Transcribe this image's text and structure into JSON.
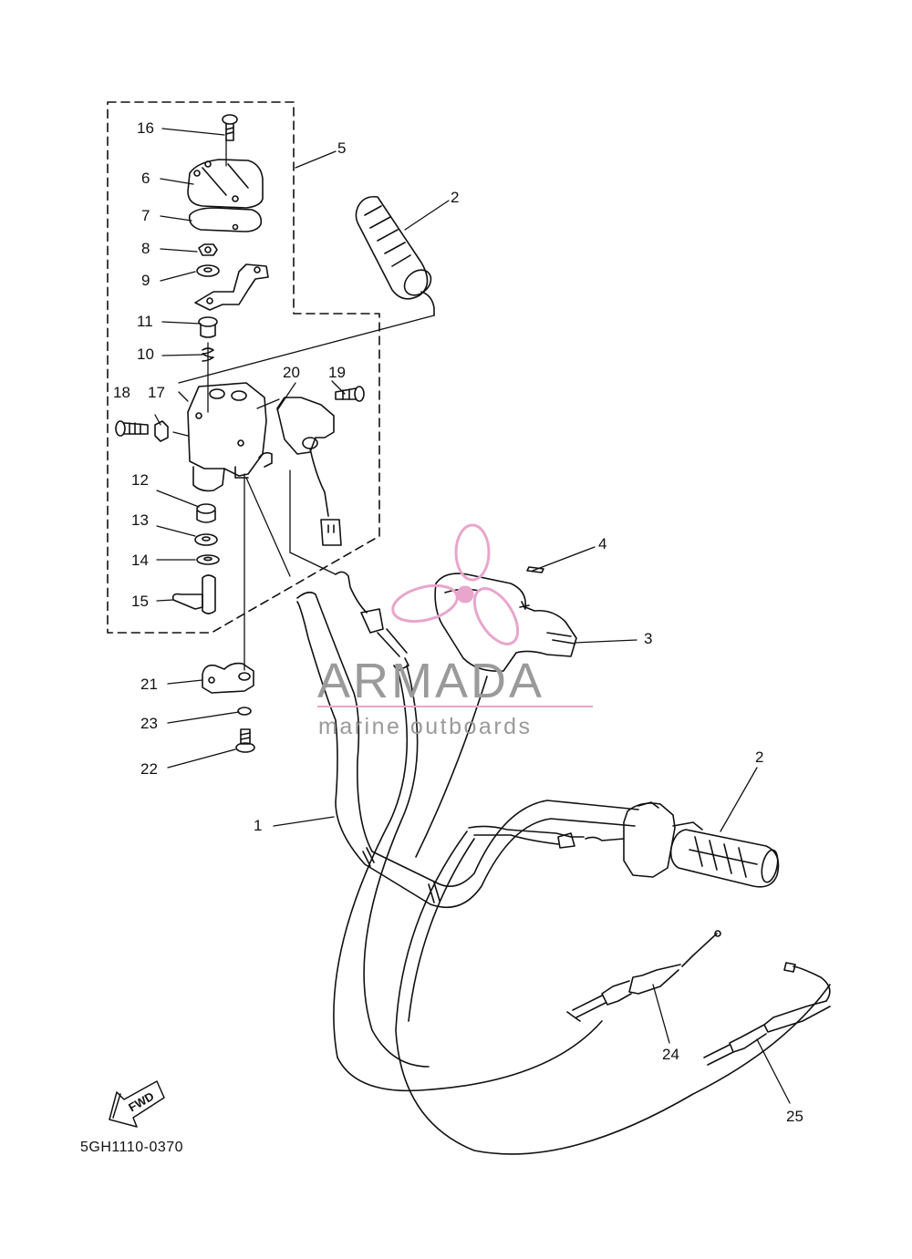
{
  "diagram_code": "5GH1110-0370",
  "watermark": {
    "brand": "ARMADA",
    "tagline": "marine outboards",
    "logo_icon": "propeller-logo-icon",
    "accent_color": "#e8a6cc",
    "text_color": "#9a9a9a"
  },
  "direction_arrow": {
    "label": "FWD",
    "icon": "fwd-arrow-icon"
  },
  "callouts": [
    {
      "id": "c16",
      "label": "16"
    },
    {
      "id": "c6",
      "label": "6"
    },
    {
      "id": "c7",
      "label": "7"
    },
    {
      "id": "c8",
      "label": "8"
    },
    {
      "id": "c9",
      "label": "9"
    },
    {
      "id": "c11",
      "label": "11"
    },
    {
      "id": "c10",
      "label": "10"
    },
    {
      "id": "c5",
      "label": "5"
    },
    {
      "id": "c2a",
      "label": "2"
    },
    {
      "id": "c18",
      "label": "18"
    },
    {
      "id": "c17",
      "label": "17"
    },
    {
      "id": "c20",
      "label": "20"
    },
    {
      "id": "c19",
      "label": "19"
    },
    {
      "id": "c12",
      "label": "12"
    },
    {
      "id": "c13",
      "label": "13"
    },
    {
      "id": "c14",
      "label": "14"
    },
    {
      "id": "c15",
      "label": "15"
    },
    {
      "id": "c4",
      "label": "4"
    },
    {
      "id": "c3",
      "label": "3"
    },
    {
      "id": "c21",
      "label": "21"
    },
    {
      "id": "c23",
      "label": "23"
    },
    {
      "id": "c22",
      "label": "22"
    },
    {
      "id": "c1",
      "label": "1"
    },
    {
      "id": "c2b",
      "label": "2"
    },
    {
      "id": "c24",
      "label": "24"
    },
    {
      "id": "c25",
      "label": "25"
    }
  ]
}
